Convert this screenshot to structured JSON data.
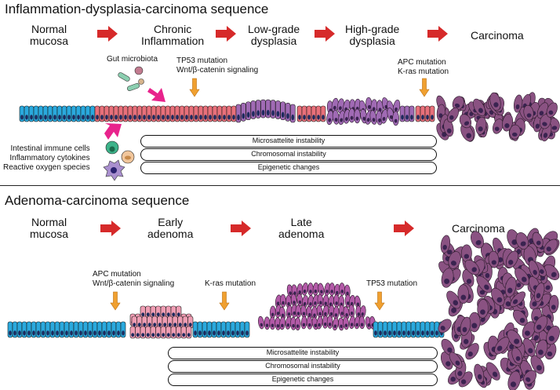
{
  "top": {
    "title": "Inflammation-dysplasia-carcinoma sequence",
    "stages": [
      "Normal\nmucosa",
      "Chronic\nInflammation",
      "Low-grade\ndysplasia",
      "High-grade\ndysplasia",
      "Carcinoma"
    ],
    "gut_microbiota": "Gut microbiota",
    "tp53": "TP53 mutation\nWnt/β-catenin signaling",
    "apc_kras": "APC mutation\nK-ras mutation",
    "immune": "Intestinal immune cells\nInflammatory cytokines\nReactive oxygen species",
    "boxes": [
      "Microsattelite instability",
      "Chromosomal instability",
      "Epigenetic changes"
    ]
  },
  "bottom": {
    "title": "Adenoma-carcinoma sequence",
    "stages": [
      "Normal\nmucosa",
      "Early\nadenoma",
      "Late\nadenoma",
      "Carcinoma"
    ],
    "apc": "APC mutation\nWnt/β-catenin signaling",
    "kras": "K-ras mutation",
    "tp53": "TP53 mutation",
    "boxes": [
      "Microsattelite instability",
      "Chromosomal instability",
      "Epigenetic changes"
    ]
  },
  "colors": {
    "normal_cell": "#2aa9dd",
    "inflamed_cell": "#e8707a",
    "dysplasia_cell": "#a06ab4",
    "adenoma_early": "#ef9db3",
    "adenoma_late": "#b25aa7",
    "carcinoma_cell": "#8a5282",
    "nucleus": "#1d2a5c",
    "stage_arrow": "#d62a2a",
    "mutation_arrow": "#f0a030",
    "pink_arrow": "#e8238c"
  }
}
